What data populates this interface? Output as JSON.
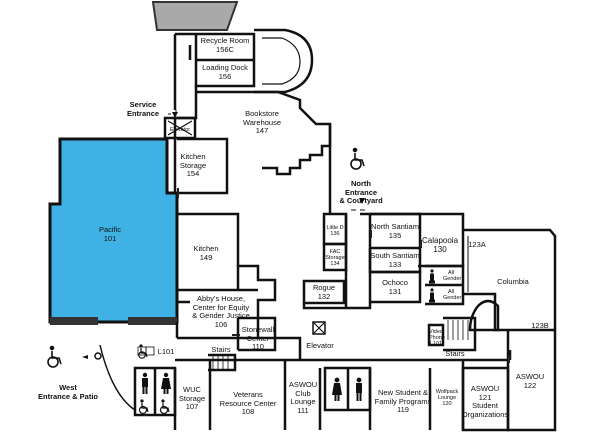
{
  "rooms": {
    "pacific": {
      "name": "Pacific",
      "number": "101"
    },
    "recycle": {
      "name": "Recycle Room",
      "number": "156C"
    },
    "loading": {
      "name": "Loading Dock",
      "number": "156"
    },
    "bookstore": {
      "name": "Bookstore Warehouse",
      "number": "147"
    },
    "kitchen_storage": {
      "name": "Kitchen Storage",
      "number": "154"
    },
    "kitchen": {
      "name": "Kitchen",
      "number": "149"
    },
    "abbys": {
      "line1": "Abby's House,",
      "line2": "Center for Equity",
      "line3": "& Gender Justice",
      "number": "106"
    },
    "stonewall": {
      "name": "Stonewall Center",
      "number": "110"
    },
    "rogue": {
      "name": "Rogue",
      "number": "132"
    },
    "little_d": {
      "name": "Little D",
      "number": "136"
    },
    "fac_storage": {
      "name": "FAC Storage",
      "number": "134"
    },
    "north_santiam": {
      "name": "North Santiam",
      "number": "135"
    },
    "south_santiam": {
      "name": "South Santiam",
      "number": "133"
    },
    "calapooia": {
      "name": "Calapooia",
      "number": "130"
    },
    "ochoco": {
      "name": "Ochoco",
      "number": "131"
    },
    "columbia": {
      "name": "Columbia"
    },
    "r123a": {
      "number": "123A"
    },
    "r123b": {
      "number": "123B"
    },
    "video_phone": {
      "name": "Video Phone",
      "number": "L101"
    },
    "aswou_122": {
      "name": "ASWOU",
      "number": "122"
    },
    "aswou_orgs": {
      "line1": "ASWOU",
      "line2": "121",
      "line3": "Student",
      "line4": "Organizations"
    },
    "wolfpack": {
      "name": "Wolfpack Lounge",
      "number": "120"
    },
    "new_student": {
      "line1": "New Student &",
      "line2": "Family Programs",
      "number": "119"
    },
    "club_lounge": {
      "line1": "ASWOU",
      "line2": "Club",
      "line3": "Lounge",
      "number": "111"
    },
    "veterans": {
      "line1": "Veterans",
      "line2": "Resource Center",
      "number": "108"
    },
    "wuc_storage": {
      "line1": "WUC",
      "line2": "Storage",
      "number": "107"
    },
    "l101": {
      "number": "L101"
    }
  },
  "labels": {
    "elevator_top": "Elevator",
    "elevator_mid": "Elevator",
    "stairs_left": "Stairs",
    "stairs_right": "Stairs",
    "all_gender_1": "All Gender",
    "all_gender_2": "All Gender",
    "service_entrance": {
      "line1": "Service",
      "line2": "Entrance"
    },
    "north_entrance": {
      "line1": "North",
      "line2": "Entrance",
      "line3": "& Courtyard"
    },
    "west_entrance": {
      "line1": "West",
      "line2": "Entrance & Patio"
    }
  },
  "icons": [
    "wheelchair-icon",
    "mens-restroom-icon",
    "womens-restroom-icon",
    "all-gender-restroom-icon",
    "elevator-icon",
    "stairs-icon",
    "entrance-arrow-icon"
  ],
  "colors": {
    "highlight": "#3fb1e5",
    "wall": "#111111",
    "exterior": "#a9a9a9",
    "door": "#222222"
  }
}
